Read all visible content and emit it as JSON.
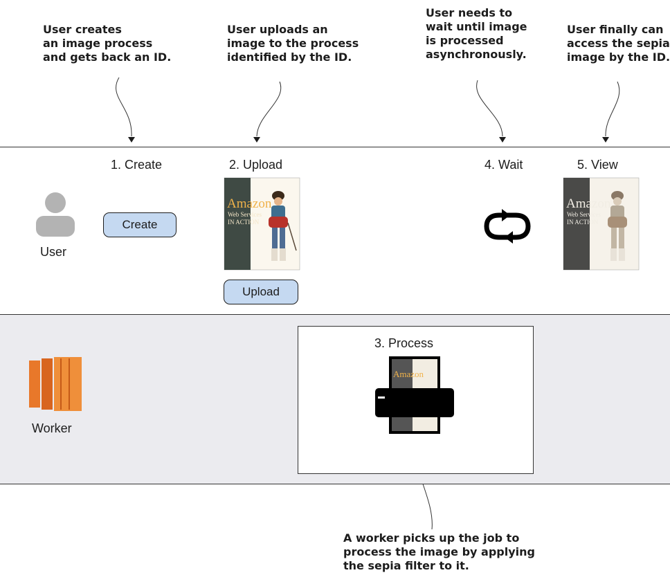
{
  "annotations": {
    "create_note": "User creates\nan image process\nand gets back an ID.",
    "upload_note": "User uploads an\nimage to the process\nidentified by the ID.",
    "wait_note": "User needs to\nwait until image\nis processed\nasynchronously.",
    "view_note": "User finally can\naccess the sepia\nimage by the ID.",
    "worker_note": "A worker picks up the job to\nprocess the image by applying\nthe sepia filter to it."
  },
  "steps": {
    "create": "1. Create",
    "upload": "2. Upload",
    "process": "3. Process",
    "wait": "4. Wait",
    "view": "5. View"
  },
  "buttons": {
    "create": "Create",
    "upload": "Upload"
  },
  "actors": {
    "user": "User",
    "worker": "Worker"
  },
  "book": {
    "title_line1": "Amazon",
    "title_line2": "Web Services",
    "title_line3": "IN ACTION"
  },
  "colors": {
    "button_fill": "#c5d9f1",
    "worker_lane": "#ebebef",
    "worker_icon": "#e8782a",
    "user_icon": "#b3b3b3"
  }
}
